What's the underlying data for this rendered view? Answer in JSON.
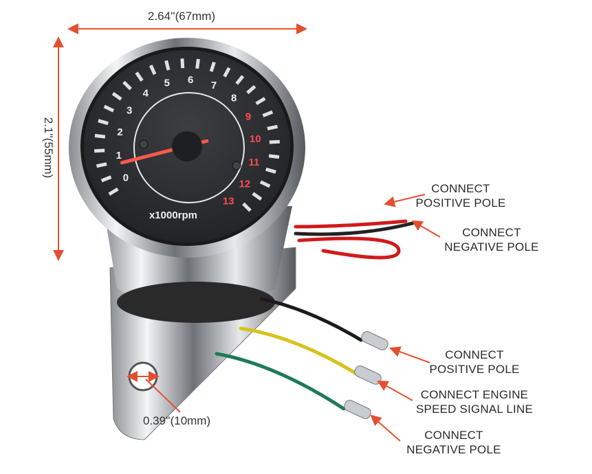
{
  "dimensions": {
    "width_label": "2.64''(67mm)",
    "height_label": "2.1''(55mm)",
    "hole_label": "0.39''(10mm)"
  },
  "gauge": {
    "unit_label": "x1000rpm",
    "numbers": [
      "0",
      "1",
      "2",
      "3",
      "4",
      "5",
      "6",
      "7",
      "8",
      "9",
      "10",
      "11",
      "12",
      "13"
    ],
    "redline_start": 9,
    "needle_value": 0.6
  },
  "callouts": [
    {
      "line1": "CONNECT",
      "line2": "POSITIVE POLE"
    },
    {
      "line1": "CONNECT",
      "line2": "NEGATIVE POLE"
    },
    {
      "line1": "CONNECT",
      "line2": "POSITIVE POLE"
    },
    {
      "line1": "CONNECT ENGINE",
      "line2": "SPEED SIGNAL LINE"
    },
    {
      "line1": "CONNECT",
      "line2": "NEGATIVE POLE"
    }
  ],
  "colors": {
    "arrow": "#e4502f",
    "needle": "#ff5a4a",
    "red_numbers": "#ff4d4d",
    "face": "#2e3033"
  }
}
